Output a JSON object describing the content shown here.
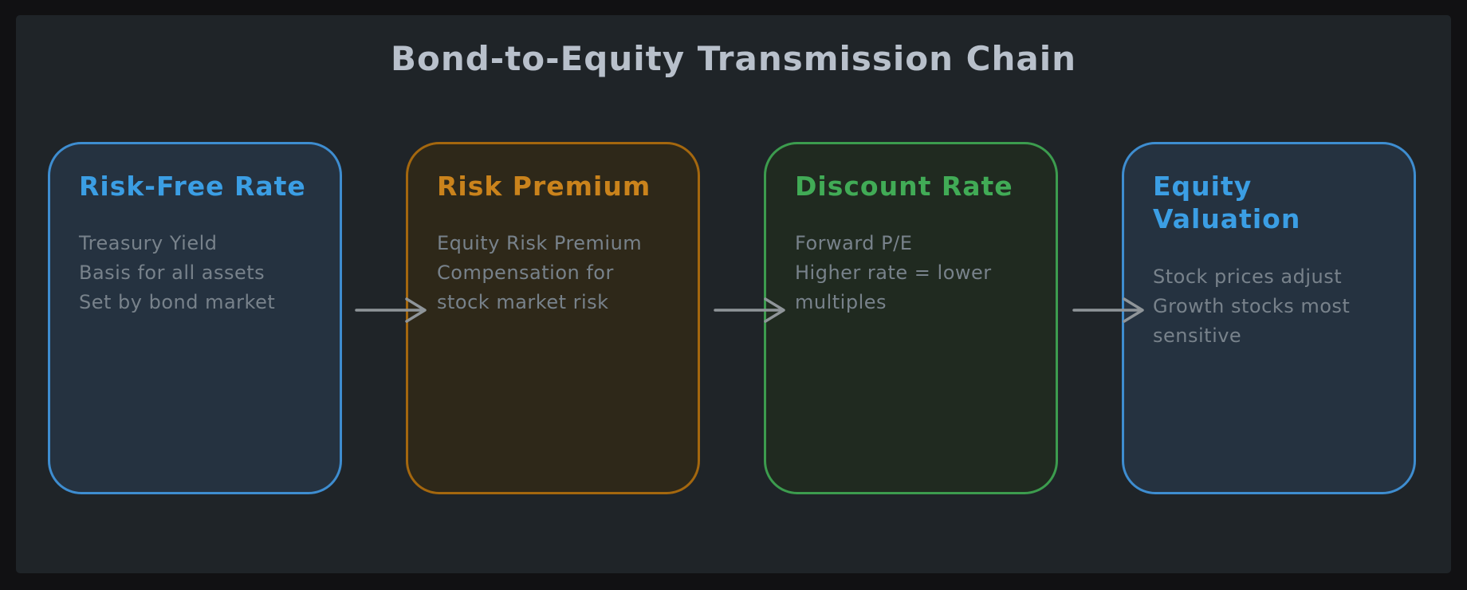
{
  "title": "Bond-to-Equity Transmission Chain",
  "colors": {
    "frame": "#111113",
    "canvas": "#1f2428",
    "title": "#b8c0cb",
    "body_text": "#78828b",
    "arrow": "#8f9599"
  },
  "nodes": [
    {
      "id": "risk-free-rate",
      "title": "Risk-Free Rate",
      "lines": [
        "Treasury Yield",
        "Basis for all assets",
        "Set by bond market"
      ],
      "accent_color": "#3b9ee4",
      "border_color": "#3e8dd0",
      "fill_color": "#253240"
    },
    {
      "id": "risk-premium",
      "title": "Risk Premium",
      "lines": [
        "Equity Risk Premium",
        "Compensation for",
        "stock market risk"
      ],
      "accent_color": "#ca831c",
      "border_color": "#a4670e",
      "fill_color": "#2e2819"
    },
    {
      "id": "discount-rate",
      "title": "Discount Rate",
      "lines": [
        "Forward P/E",
        "Higher rate = lower",
        "multiples"
      ],
      "accent_color": "#41ab56",
      "border_color": "#3c9c4e",
      "fill_color": "#202a20"
    },
    {
      "id": "equity-valuation",
      "title": "Equity Valuation",
      "lines": [
        "Stock prices adjust",
        "Growth stocks most",
        "sensitive"
      ],
      "accent_color": "#3b9ee4",
      "border_color": "#3e8dd0",
      "fill_color": "#253240"
    }
  ],
  "arrows": {
    "count": 3
  }
}
